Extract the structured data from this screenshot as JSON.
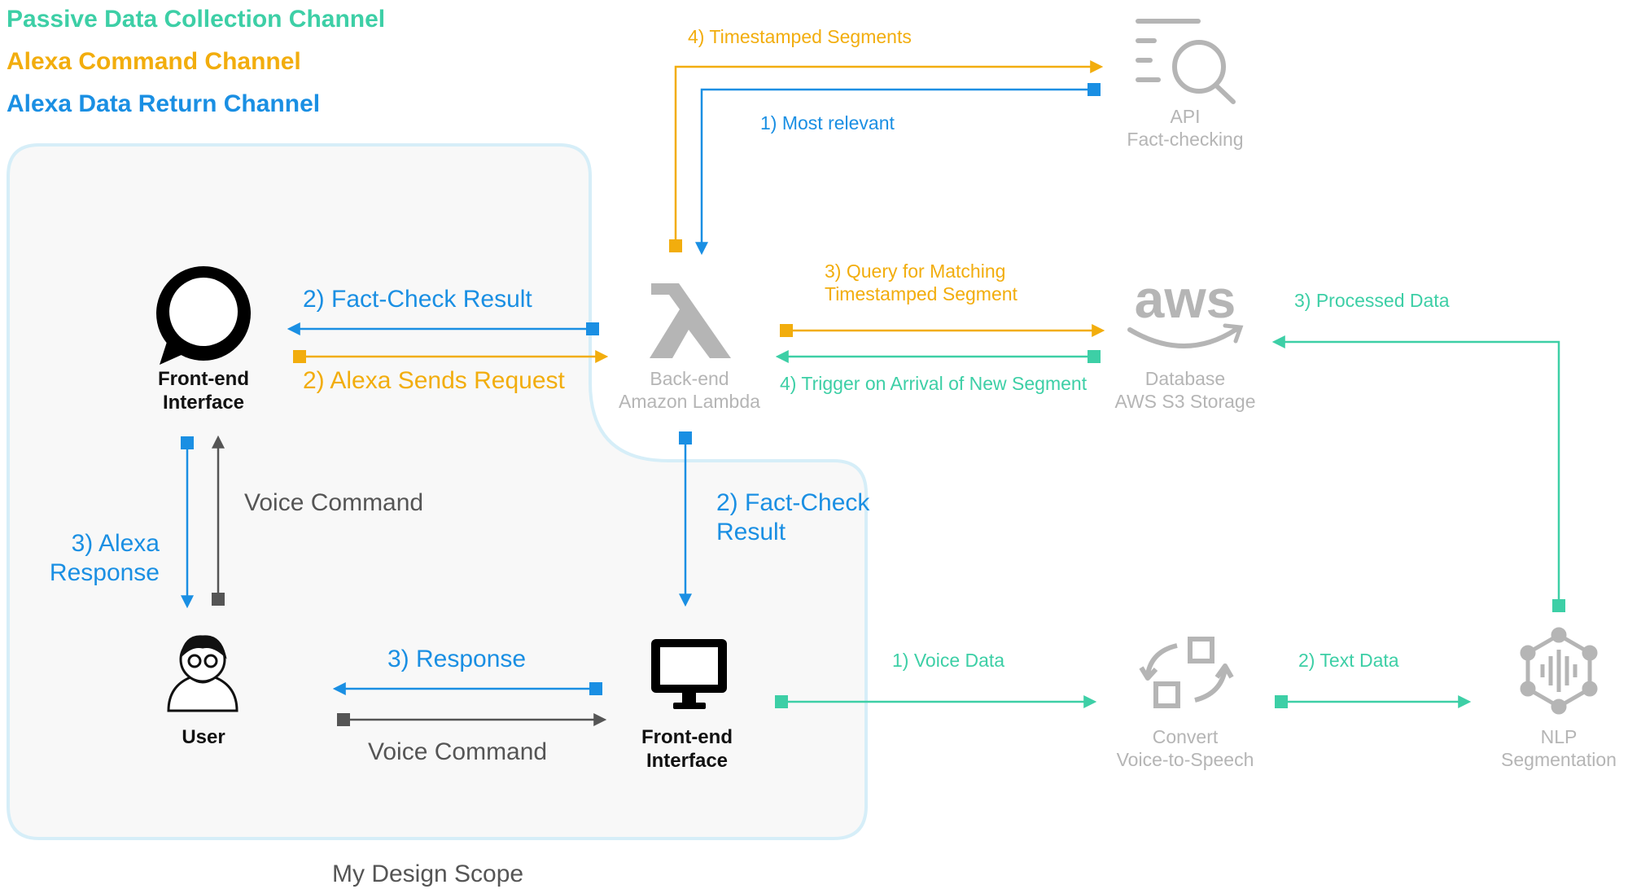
{
  "legend": {
    "passive": "Passive Data Collection Channel",
    "command": "Alexa Command Channel",
    "return": "Alexa Data Return Channel"
  },
  "colors": {
    "passive": "#3dcfa6",
    "command": "#f2ad0d",
    "return": "#1a8fe3",
    "voice": "#555555",
    "inactive": "#b5b5b5",
    "scope_fill": "#f8f8f8",
    "scope_border": "#d6eef8"
  },
  "nodes": {
    "alexa": {
      "icon": "alexa-ring-icon",
      "line1": "Front-end",
      "line2": "Interface"
    },
    "user": {
      "icon": "user-icon",
      "label": "User"
    },
    "monitor": {
      "icon": "monitor-icon",
      "line1": "Front-end",
      "line2": "Interface"
    },
    "lambda": {
      "icon": "lambda-icon",
      "line1": "Back-end",
      "line2": "Amazon Lambda"
    },
    "api": {
      "icon": "search-list-icon",
      "line1": "API",
      "line2": "Fact-checking"
    },
    "aws": {
      "icon": "aws-logo-icon",
      "line1": "Database",
      "line2": "AWS S3 Storage"
    },
    "convert": {
      "icon": "convert-icon",
      "line1": "Convert",
      "line2": "Voice-to-Speech"
    },
    "nlp": {
      "icon": "nlp-icon",
      "line1": "NLP",
      "line2": "Segmentation"
    }
  },
  "edges": {
    "timestamped_segments": "4) Timestamped Segments",
    "most_relevant": "1) Most relevant",
    "fact_check_result_top": "2) Fact-Check Result",
    "alexa_sends_request": "2) Alexa Sends Request",
    "query_line1": "3) Query for Matching",
    "query_line2": "Timestamped Segment",
    "trigger": "4) Trigger on Arrival of New Segment",
    "processed_data": "3) Processed Data",
    "voice_command_vertical": "Voice Command",
    "alexa_response_line1": "3) Alexa",
    "alexa_response_line2": "Response",
    "fact_check_line1": "2) Fact-Check",
    "fact_check_line2": "Result",
    "response": "3) Response",
    "voice_command_horizontal": "Voice Command",
    "voice_data": "1) Voice Data",
    "text_data": "2) Text Data"
  },
  "scope_label": "My Design Scope"
}
